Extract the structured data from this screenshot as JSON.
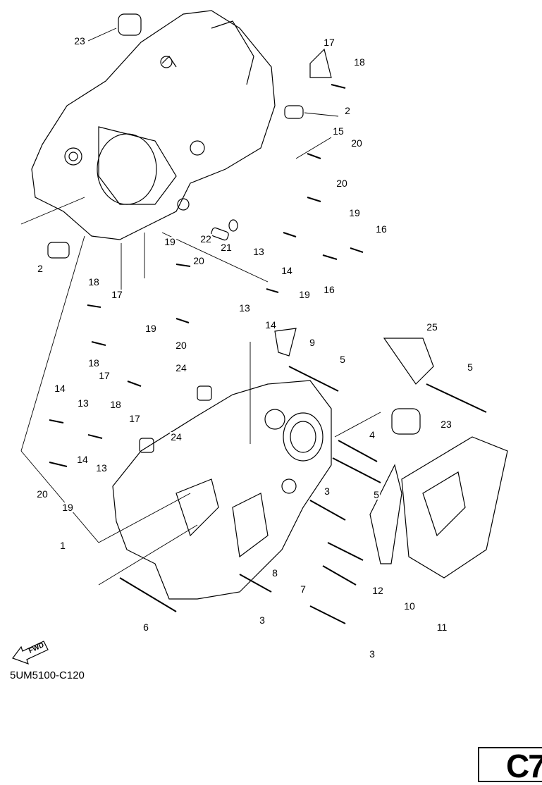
{
  "diagram_code": "5UM5100-C120",
  "page_label": "C7",
  "fwd_label": "FWD",
  "callouts": [
    "23",
    "17",
    "18",
    "2",
    "15",
    "20",
    "20",
    "19",
    "16",
    "22",
    "21",
    "13",
    "14",
    "19",
    "16",
    "2",
    "19",
    "20",
    "13",
    "14",
    "18",
    "17",
    "19",
    "20",
    "9",
    "25",
    "5",
    "5",
    "18",
    "17",
    "24",
    "18",
    "17",
    "14",
    "13",
    "23",
    "4",
    "24",
    "14",
    "13",
    "20",
    "19",
    "5",
    "3",
    "1",
    "8",
    "7",
    "12",
    "10",
    "11",
    "6",
    "3",
    "3"
  ]
}
